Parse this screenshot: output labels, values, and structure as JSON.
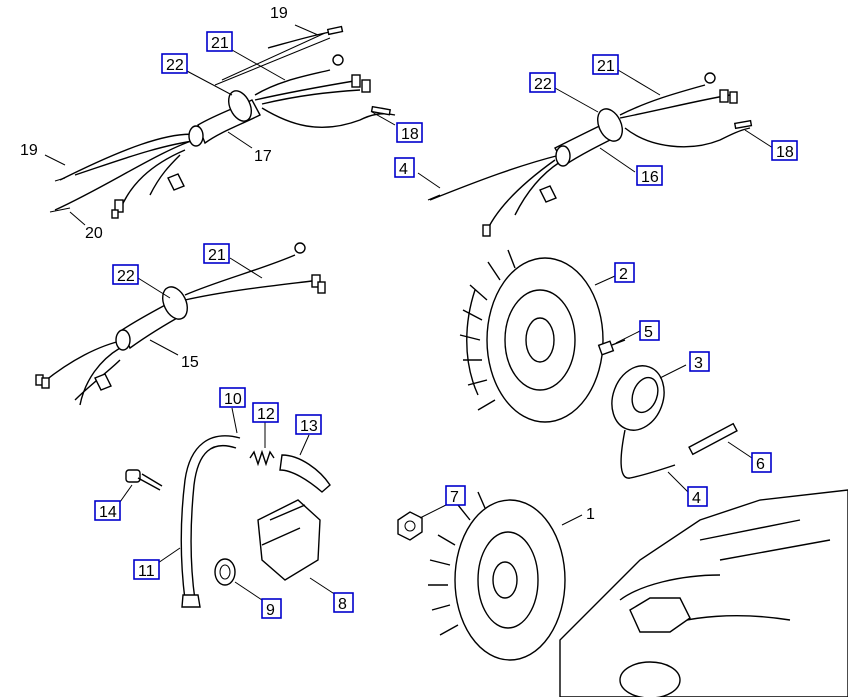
{
  "callouts": [
    {
      "key": "c19a",
      "text": "19",
      "boxed": false
    },
    {
      "key": "c21a",
      "text": "21",
      "boxed": true
    },
    {
      "key": "c22a",
      "text": "22",
      "boxed": true
    },
    {
      "key": "c18a",
      "text": "18",
      "boxed": true
    },
    {
      "key": "c17",
      "text": "17",
      "boxed": false
    },
    {
      "key": "c19b",
      "text": "19",
      "boxed": false
    },
    {
      "key": "c20",
      "text": "20",
      "boxed": false
    },
    {
      "key": "c21b",
      "text": "21",
      "boxed": true
    },
    {
      "key": "c22b",
      "text": "22",
      "boxed": true
    },
    {
      "key": "c4a",
      "text": "4",
      "boxed": true
    },
    {
      "key": "c18b",
      "text": "18",
      "boxed": true
    },
    {
      "key": "c16",
      "text": "16",
      "boxed": true
    },
    {
      "key": "c21c",
      "text": "21",
      "boxed": true
    },
    {
      "key": "c22c",
      "text": "22",
      "boxed": true
    },
    {
      "key": "c15",
      "text": "15",
      "boxed": false
    },
    {
      "key": "c2",
      "text": "2",
      "boxed": true
    },
    {
      "key": "c5",
      "text": "5",
      "boxed": true
    },
    {
      "key": "c3",
      "text": "3",
      "boxed": true
    },
    {
      "key": "c6",
      "text": "6",
      "boxed": true
    },
    {
      "key": "c4b",
      "text": "4",
      "boxed": true
    },
    {
      "key": "c10",
      "text": "10",
      "boxed": true
    },
    {
      "key": "c12",
      "text": "12",
      "boxed": true
    },
    {
      "key": "c13",
      "text": "13",
      "boxed": true
    },
    {
      "key": "c14",
      "text": "14",
      "boxed": true
    },
    {
      "key": "c11",
      "text": "11",
      "boxed": true
    },
    {
      "key": "c9",
      "text": "9",
      "boxed": true
    },
    {
      "key": "c8",
      "text": "8",
      "boxed": true
    },
    {
      "key": "c7",
      "text": "7",
      "boxed": true
    },
    {
      "key": "c1",
      "text": "1",
      "boxed": false
    }
  ]
}
